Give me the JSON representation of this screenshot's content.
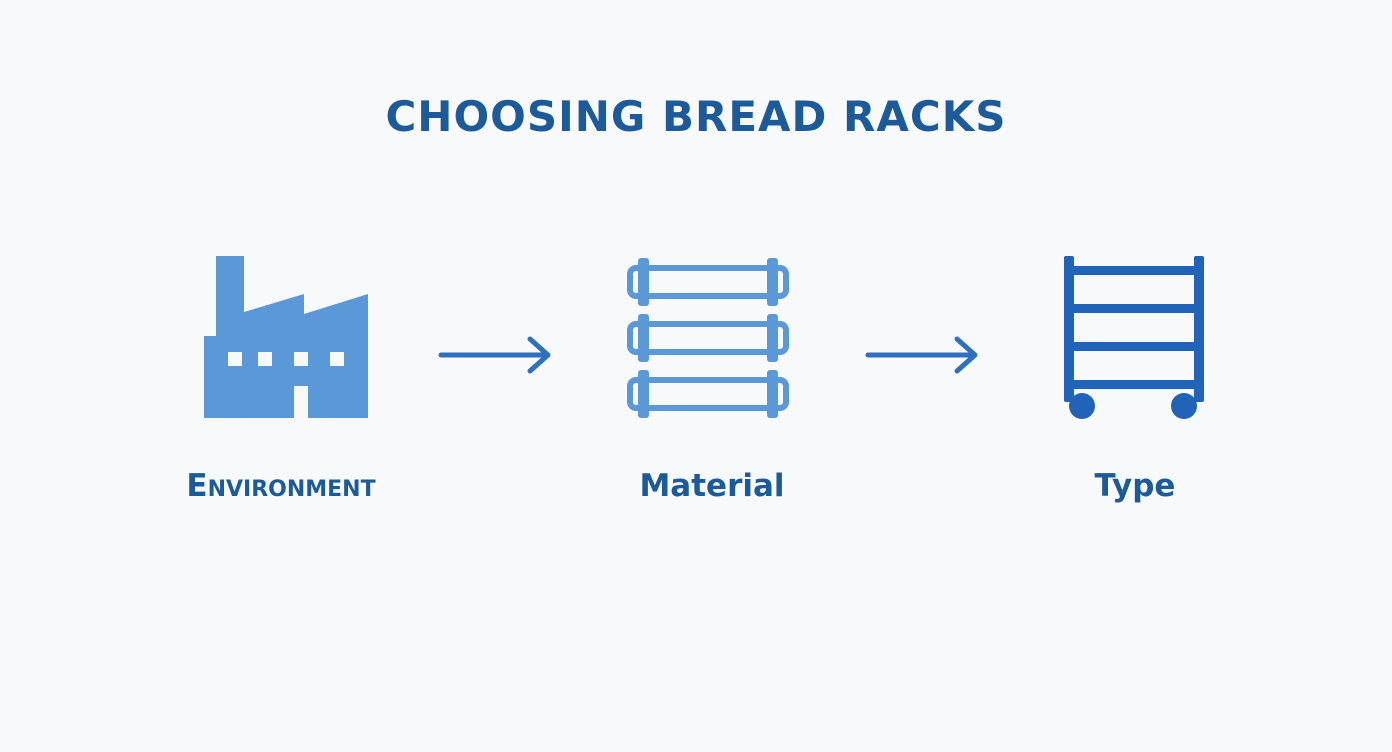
{
  "title": "CHOOSING BREAD RACKS",
  "steps": [
    {
      "label": "Environment",
      "icon": "factory-icon"
    },
    {
      "label": "Material",
      "icon": "rack-shelves-icon"
    },
    {
      "label": "Type",
      "icon": "rolling-cart-icon"
    }
  ],
  "colors": {
    "title": "#1d5a9a",
    "icon_light": "#5a98d8",
    "icon_dark": "#2163b8",
    "arrow": "#2f6fbf",
    "background": "#f7f9fb"
  }
}
